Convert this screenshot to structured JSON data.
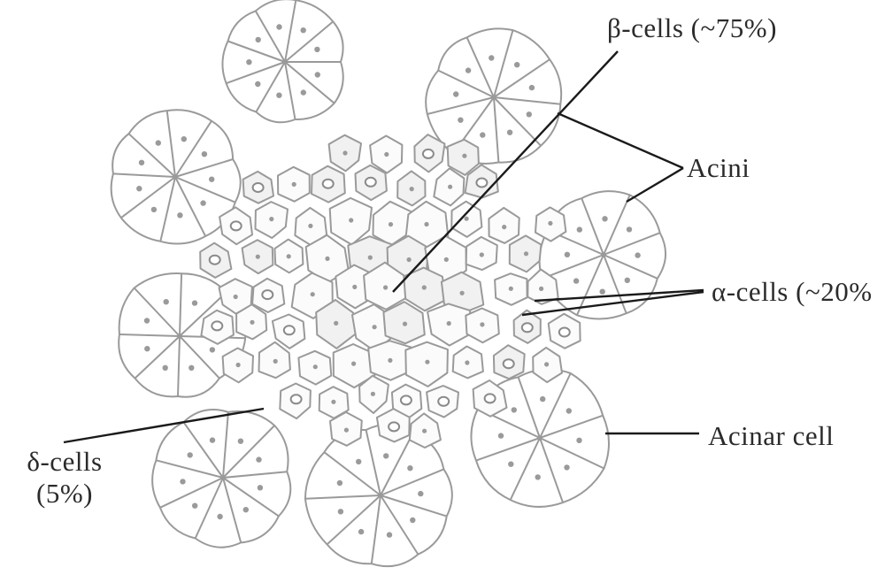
{
  "labels": {
    "beta_cells": "β-cells (~75%)",
    "acini": "Acini",
    "alpha_cells": "α-cells (~20%",
    "acinar_cell": "Acinar cell",
    "delta_cells_line1": "δ-cells",
    "delta_cells_line2": "(5%)"
  },
  "colors": {
    "cell_outline": "#9a9a9a",
    "pointer_line": "#1a1a1a",
    "text": "#2b2b2b",
    "background": "#ffffff"
  }
}
